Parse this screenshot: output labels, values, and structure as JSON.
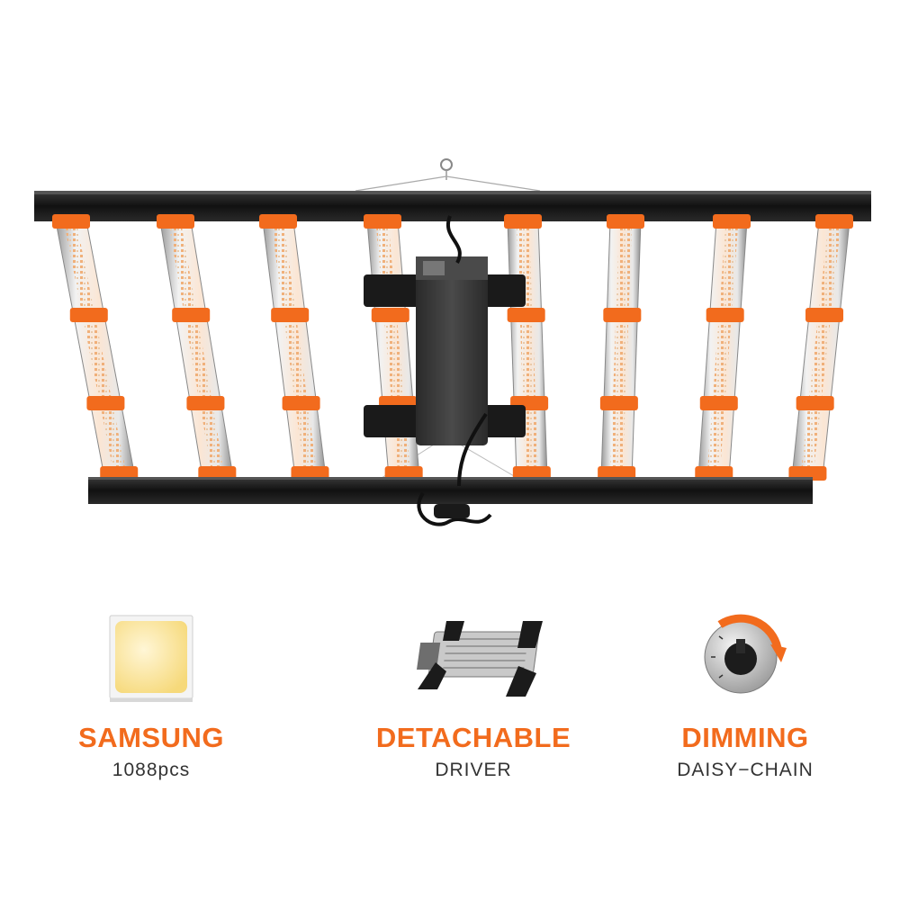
{
  "colors": {
    "accent": "#f26b1d",
    "frame": "#1c1c1c",
    "bar_silver": "#d9d9d9",
    "driver": "#3a3a3a"
  },
  "product": {
    "image": "led-grow-light-with-eight-bars"
  },
  "features": [
    {
      "icon": "led-chip-icon",
      "title": "SAMSUNG",
      "subtitle": "1088pcs"
    },
    {
      "icon": "driver-icon",
      "title": "DETACHABLE",
      "subtitle": "DRIVER"
    },
    {
      "icon": "dimmer-knob-icon",
      "title": "DIMMING",
      "subtitle": "DAISY−CHAIN"
    }
  ]
}
